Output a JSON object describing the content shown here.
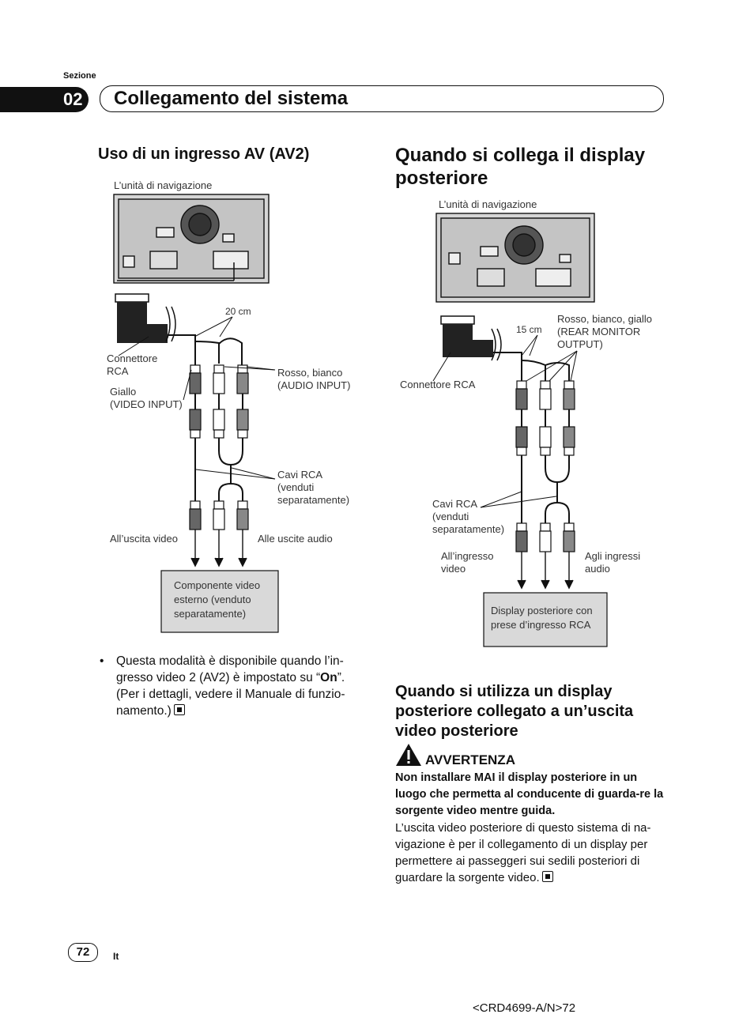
{
  "header": {
    "sezione": "Sezione",
    "section_number": "02",
    "section_title": "Collegamento del sistema"
  },
  "left": {
    "heading": "Uso di un ingresso AV (AV2)",
    "diagram": {
      "unit": "L’unità di navigazione",
      "length": "20 cm",
      "connector": [
        "Connettore",
        "RCA"
      ],
      "yellow": [
        "Giallo",
        "(VIDEO INPUT)"
      ],
      "red_white": [
        "Rosso, bianco",
        "(AUDIO INPUT)"
      ],
      "cables": [
        "Cavi RCA",
        "(venduti",
        "separatamente)"
      ],
      "to_video_out": "All’uscita video",
      "to_audio_out": "Alle uscite audio",
      "component": [
        "Componente video",
        "esterno (venduto",
        "separatamente)"
      ]
    },
    "bullet": {
      "text_before": "Questa modalità è disponibile quando l’in-gresso video 2 (AV2) è impostato su “",
      "bold": "On",
      "text_after": "”. (Per i dettagli, vedere il Manuale di funzio-namento.)"
    }
  },
  "right": {
    "heading": "Quando si collega il display posteriore",
    "diagram": {
      "unit": "L’unità di navigazione",
      "length": "15 cm",
      "rgy": [
        "Rosso, bianco, giallo",
        "(REAR MONITOR",
        "OUTPUT)"
      ],
      "connector": "Connettore RCA",
      "cables": [
        "Cavi RCA",
        "(venduti",
        "separatamente)"
      ],
      "to_video_in": [
        "All’ingresso",
        "video"
      ],
      "to_audio_in": [
        "Agli ingressi",
        "audio"
      ],
      "display": [
        "Display posteriore con",
        "prese d’ingresso RCA"
      ]
    },
    "subheading": "Quando si utilizza un display posteriore collegato a un’uscita video posteriore",
    "warning": {
      "title": "AVVERTENZA",
      "bold_text": "Non installare MAI il display posteriore in un luogo che permetta al conducente di guarda-re la sorgente video mentre guida.",
      "text": "L’uscita video posteriore di questo sistema di na-vigazione è per il collegamento di un display per permettere ai passeggeri sui sedili posteriori di guardare la sorgente video."
    }
  },
  "footer": {
    "page": "72",
    "lang": "It",
    "code": "<CRD4699-A/N>72"
  }
}
